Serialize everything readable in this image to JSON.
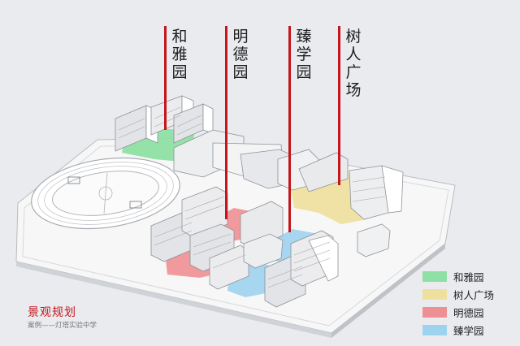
{
  "labels": [
    {
      "id": "heya",
      "text": "和雅园"
    },
    {
      "id": "mingde",
      "text": "明德园"
    },
    {
      "id": "zhenxue",
      "text": "臻学园"
    },
    {
      "id": "shuren",
      "text": "树人广场"
    }
  ],
  "legend": [
    {
      "label": "和雅园",
      "color": "#8fe0a4"
    },
    {
      "label": "树人广场",
      "color": "#efe0a0"
    },
    {
      "label": "明德园",
      "color": "#ee8f93"
    },
    {
      "label": "臻学园",
      "color": "#9ed3ef"
    }
  ],
  "caption": {
    "title": "景观规划",
    "subtitle": "案例——灯塔实验中学"
  },
  "colors": {
    "accent": "#c4161c",
    "heya_zone": "#8fe0a4",
    "shuren_zone": "#efe0a0",
    "mingde_zone": "#ee8f93",
    "zhenxue_zone": "#9ed3ef"
  }
}
